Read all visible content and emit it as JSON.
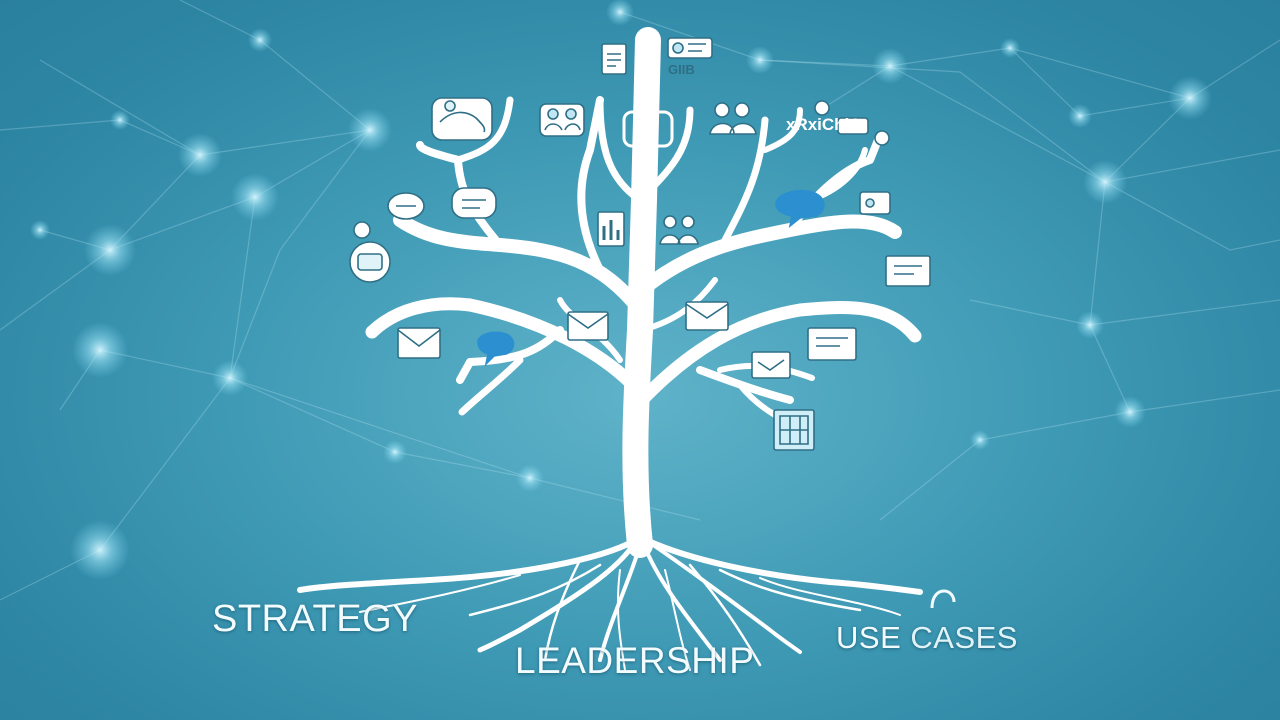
{
  "background_color": "#3f9ab5",
  "tree_color": "#ffffff",
  "captions": {
    "strategy": "STRATEGY",
    "leadership": "LEADERSHIP",
    "use_cases_1": "USE",
    "use_cases_2": "CASES"
  },
  "icon_texts": {
    "top_label": "GIIB",
    "right_label": "xRxiChiA"
  },
  "icons": [
    "document-icon",
    "badge-icon",
    "handshake-icon",
    "team-icon",
    "screen-icon",
    "people-icon",
    "group-icon",
    "chat-icon",
    "chat-bubble-icon",
    "mail-icon",
    "card-icon",
    "chart-icon",
    "person-icon",
    "message-icon",
    "id-card-icon",
    "envelope-icon",
    "map-icon",
    "calendar-icon",
    "book-icon",
    "tag-icon"
  ]
}
